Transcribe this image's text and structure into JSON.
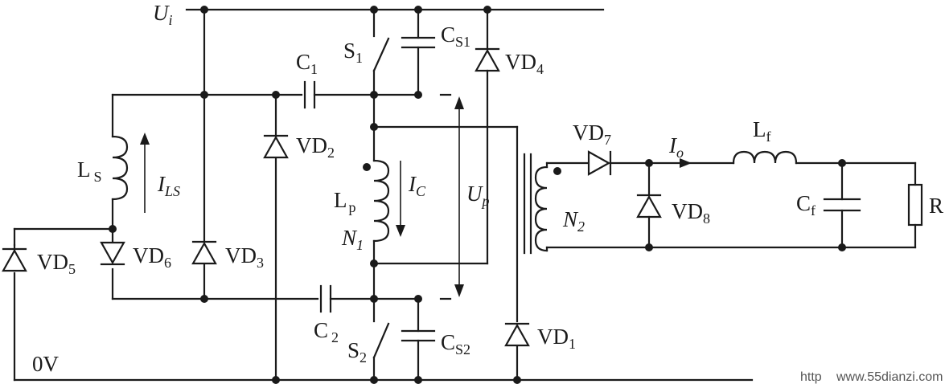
{
  "labels": {
    "Ui": {
      "main": "U",
      "sub": "i"
    },
    "C1": {
      "main": "C",
      "sub": "1"
    },
    "S1": {
      "main": "S",
      "sub": "1"
    },
    "CS1": {
      "main": "C",
      "sub": "S1"
    },
    "VD4": {
      "main": "VD",
      "sub": "4"
    },
    "LS": {
      "main": "L",
      "sub": "S"
    },
    "ILS": {
      "main": "I",
      "sub": "LS"
    },
    "VD2": {
      "main": "VD",
      "sub": "2"
    },
    "Lp": {
      "main": "L",
      "sub": "p"
    },
    "IC": {
      "main": "I",
      "sub": "C"
    },
    "Up": {
      "main": "U",
      "sub": "p"
    },
    "N1": {
      "main": "N",
      "sub": "1"
    },
    "VD7": {
      "main": "VD",
      "sub": "7"
    },
    "Io": {
      "main": "I",
      "sub": "o"
    },
    "Lf": {
      "main": "L",
      "sub": "f"
    },
    "N2": {
      "main": "N",
      "sub": "2"
    },
    "VD8": {
      "main": "VD",
      "sub": "8"
    },
    "Cf": {
      "main": "C",
      "sub": "f"
    },
    "R": {
      "main": "R"
    },
    "VD5": {
      "main": "VD",
      "sub": "5"
    },
    "VD6": {
      "main": "VD",
      "sub": "6"
    },
    "VD3": {
      "main": "VD",
      "sub": "3"
    },
    "C2": {
      "main": "C",
      "sub": "2"
    },
    "S2": {
      "main": "S",
      "sub": "2"
    },
    "CS2": {
      "main": "C",
      "sub": "S2"
    },
    "VD1": {
      "main": "VD",
      "sub": "1"
    },
    "zeroV": {
      "main": "0V"
    }
  },
  "watermark": "www.55dianzi.com",
  "watermark_prefix": "http"
}
